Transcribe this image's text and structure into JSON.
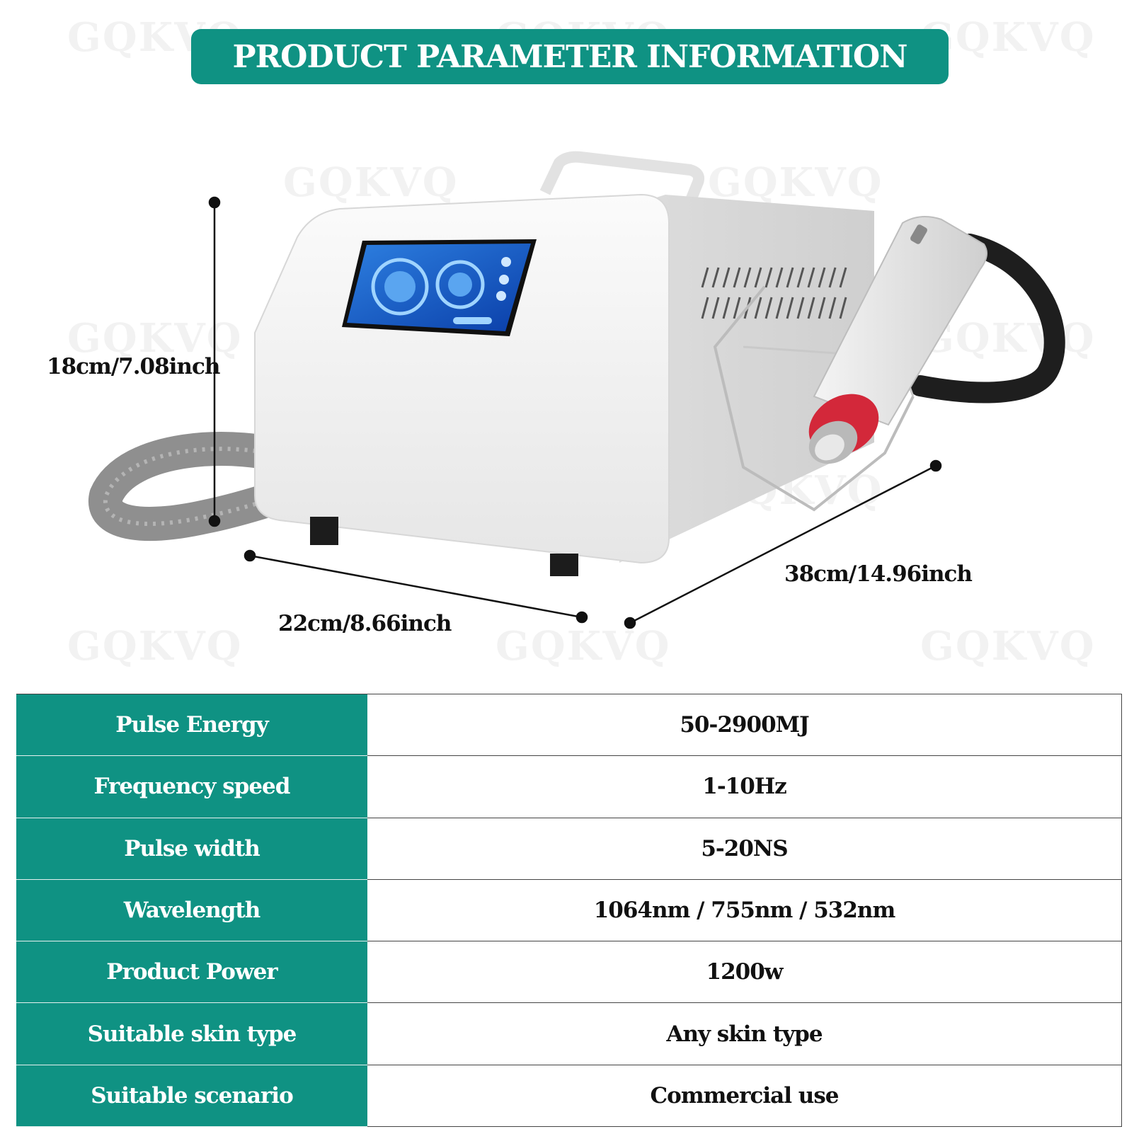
{
  "colors": {
    "brand_teal": "#0f9283",
    "text_dark": "#111111"
  },
  "banner": {
    "title": "PRODUCT PARAMETER INFORMATION"
  },
  "watermark_text": "GQKVQ",
  "dimensions": {
    "height": "18cm/7.08inch",
    "width": "22cm/8.66inch",
    "depth": "38cm/14.96inch"
  },
  "specs": [
    {
      "label": "Pulse Energy",
      "value": "50-2900MJ"
    },
    {
      "label": "Frequency speed",
      "value": "1-10Hz"
    },
    {
      "label": "Pulse width",
      "value": "5-20NS"
    },
    {
      "label": "Wavelength",
      "value": "1064nm / 755nm / 532nm"
    },
    {
      "label": "Product Power",
      "value": "1200w"
    },
    {
      "label": "Suitable skin type",
      "value": "Any skin type"
    },
    {
      "label": "Suitable scenario",
      "value": "Commercial use"
    }
  ]
}
